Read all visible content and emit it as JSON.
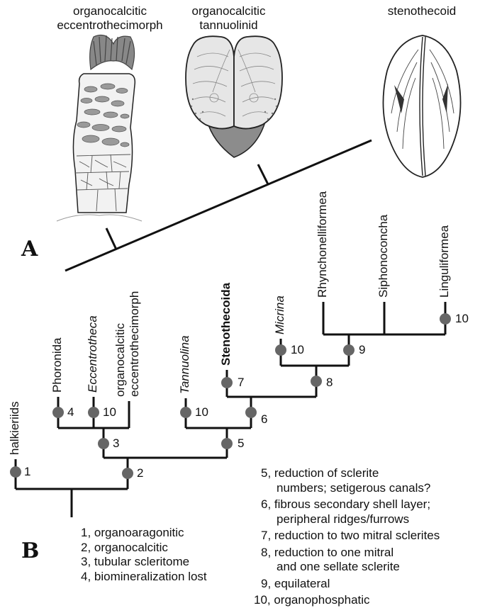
{
  "panel_a": {
    "label": "A",
    "illustrations": [
      {
        "title_1": "organocalcitic",
        "title_2": "eccentrothecimorph",
        "icon": "eccentrothecimorph-fossil-drawing"
      },
      {
        "title_1": "organocalcitic",
        "title_2": "tannuolinid",
        "icon": "tannuolinid-fossil-drawing"
      },
      {
        "title_1": "stenothecoid",
        "icon": "stenothecoid-shell-drawing"
      }
    ]
  },
  "panel_b": {
    "label": "B",
    "taxa": [
      {
        "name": "halkieriids",
        "style": "normal"
      },
      {
        "name": "Phoronida",
        "style": "normal"
      },
      {
        "name": "Eccentrotheca",
        "style": "italic"
      },
      {
        "name_1": "organocalcitic",
        "name_2": "eccentrothecimorph",
        "style": "normal"
      },
      {
        "name": "Tannuolina",
        "style": "italic"
      },
      {
        "name": "Stenothecoida",
        "style": "bold"
      },
      {
        "name": "Micrina",
        "style": "italic"
      },
      {
        "name": "Rhynchonelliformea",
        "style": "normal"
      },
      {
        "name": "Siphonoconcha",
        "style": "normal"
      },
      {
        "name": "Linguliformea",
        "style": "normal"
      }
    ],
    "node_numbers": [
      "1",
      "4",
      "10",
      "3",
      "2",
      "10",
      "5",
      "7",
      "6",
      "10",
      "8",
      "9",
      "10"
    ],
    "node_color": "#666666",
    "legend_left": [
      "1, organoaragonitic",
      "2, organocalcitic",
      "3, tubular scleritome",
      "4, biomineralization lost"
    ],
    "legend_right": [
      {
        "line_1": "5, reduction of sclerite",
        "line_2": "numbers; setigerous canals?"
      },
      {
        "line_1": "6, fibrous secondary shell layer;",
        "line_2": "peripheral ridges/furrows"
      },
      {
        "line_1": "7, reduction to two mitral sclerites"
      },
      {
        "line_1": "8, reduction to one mitral",
        "line_2": "and one sellate sclerite"
      },
      {
        "line_1": "9, equilateral"
      },
      {
        "line_1": "10, organophosphatic"
      }
    ]
  }
}
